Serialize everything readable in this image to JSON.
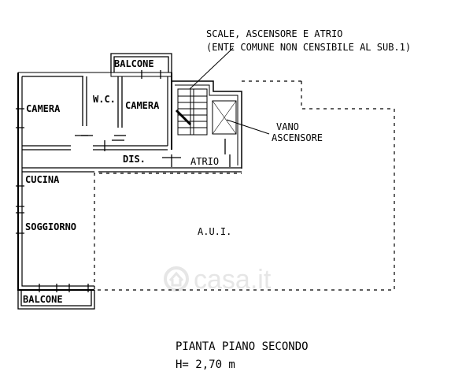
{
  "annotation": {
    "line1": "SCALE, ASCENSORE E ATRIO",
    "line2": "(ENTE COMUNE NON CENSIBILE AL SUB.1)"
  },
  "rooms": {
    "balcone_top": "BALCONE",
    "camera_left": "CAMERA",
    "wc": "W.C.",
    "camera_mid": "CAMERA",
    "vano_l1": "VANO",
    "vano_l2": "ASCENSORE",
    "dis": "DIS.",
    "atrio": "ATRIO",
    "cucina": "CUCINA",
    "soggiorno": "SOGGIORNO",
    "aui": "A.U.I.",
    "balcone_bottom": "BALCONE"
  },
  "title": {
    "line1": "PIANTA PIANO SECONDO",
    "line2": "H= 2,70 m"
  },
  "watermark": "casa.it",
  "colors": {
    "ink": "#000000",
    "watermark": "#e6e6e6"
  }
}
